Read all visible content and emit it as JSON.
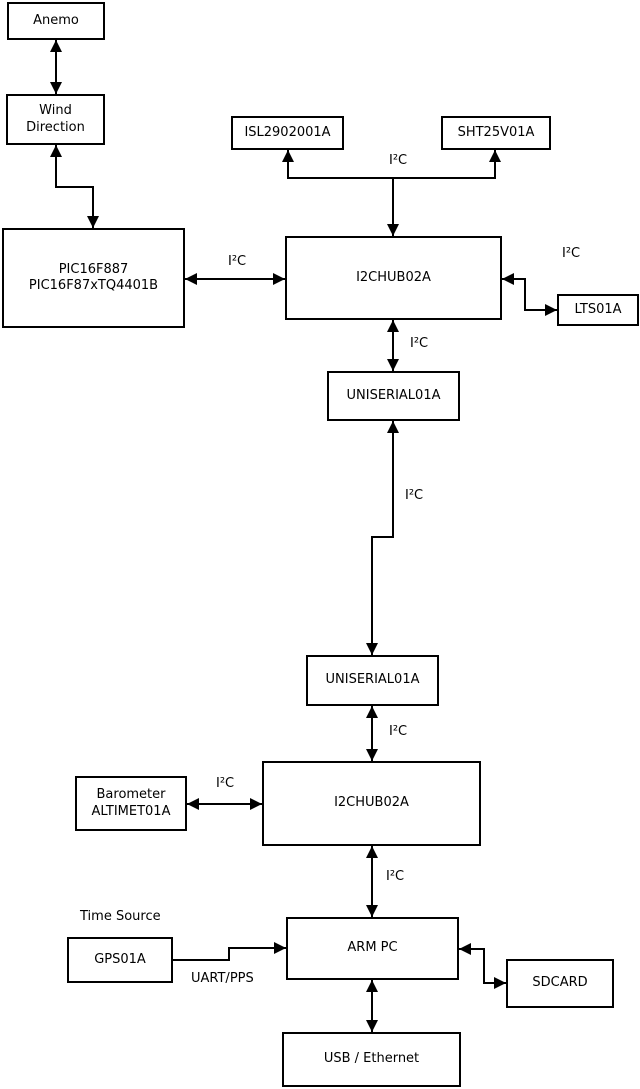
{
  "diagram": {
    "nodes": {
      "anemo": {
        "label": "Anemo"
      },
      "wind_direction": {
        "label": "Wind\nDirection"
      },
      "pic": {
        "label": "PIC16F887\nPIC16F87xTQ4401B"
      },
      "isl": {
        "label": "ISL2902001A"
      },
      "sht": {
        "label": "SHT25V01A"
      },
      "i2c_hub_top": {
        "label": "I2CHUB02A"
      },
      "lts": {
        "label": "LTS01A"
      },
      "uniserial_top": {
        "label": "UNISERIAL01A"
      },
      "uniserial_bottom": {
        "label": "UNISERIAL01A"
      },
      "i2c_hub_bottom": {
        "label": "I2CHUB02A"
      },
      "barometer": {
        "label": "Barometer\nALTIMET01A"
      },
      "gps": {
        "label": "GPS01A"
      },
      "arm_pc": {
        "label": "ARM PC"
      },
      "sdcard": {
        "label": "SDCARD"
      },
      "usb_ethernet": {
        "label": "USB / Ethernet"
      }
    },
    "labels": {
      "i2c": "I²C",
      "uart_pps": "UART/PPS",
      "time_source": "Time Source"
    },
    "colors": {
      "line": "#000000",
      "background": "#ffffff",
      "box_fill": "#ffffff"
    }
  }
}
